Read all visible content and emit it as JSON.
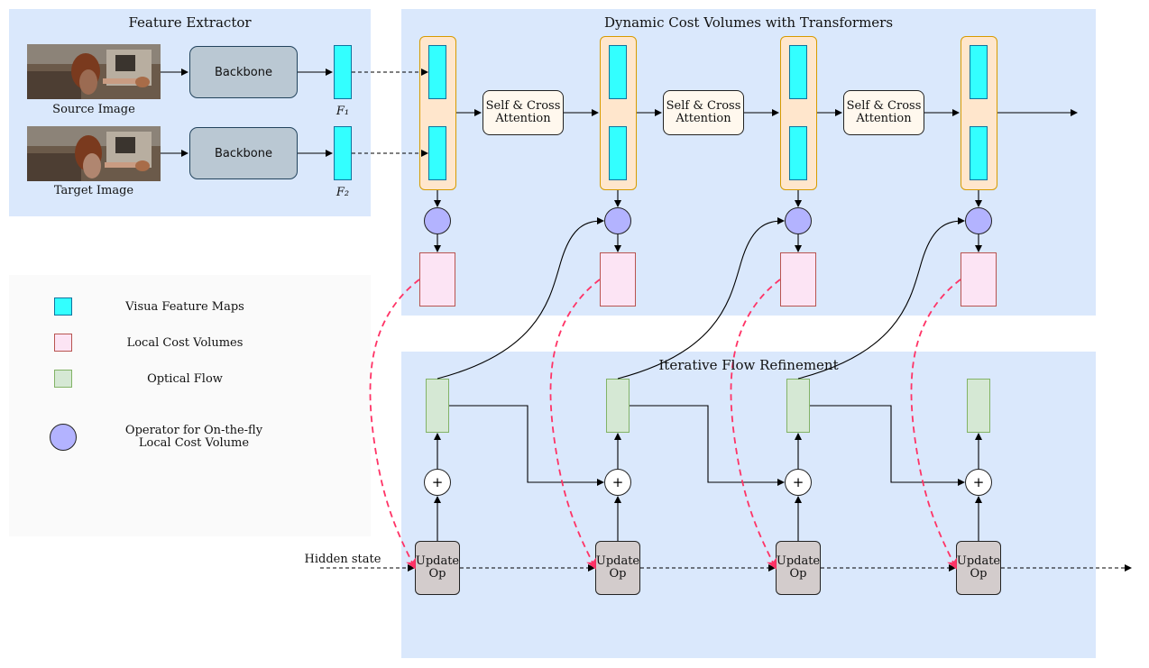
{
  "panels": {
    "feature_extractor": "Feature Extractor",
    "dynamic_cost": "Dynamic Cost Volumes with Transformers",
    "iterative_refinement": "Iterative Flow Refinement"
  },
  "images": {
    "source": "Source Image",
    "target": "Target Image"
  },
  "backbone_label": "Backbone",
  "feature_labels": {
    "f1": "F₁",
    "f2": "F₂"
  },
  "attention_label": [
    "Self & Cross",
    "Attention"
  ],
  "update_label": [
    "Update",
    "Op"
  ],
  "plus_symbol": "+",
  "hidden_state": "Hidden state",
  "legend": {
    "feature_maps": "Visua Feature Maps",
    "cost_volumes": "Local Cost Volumes",
    "optical_flow": "Optical Flow",
    "operator": [
      "Operator for On-the-fly",
      "Local Cost Volume"
    ]
  },
  "colors": {
    "panel": "#dae8fc",
    "feature": "#33ffff",
    "container": "#ffe6cc",
    "operator": "#b3b3ff",
    "cost": "#fce4f4",
    "flow": "#d5e8d4",
    "update": "#d3cccc",
    "backbone": "#bac8d3",
    "red_arrow": "#ff3366"
  }
}
